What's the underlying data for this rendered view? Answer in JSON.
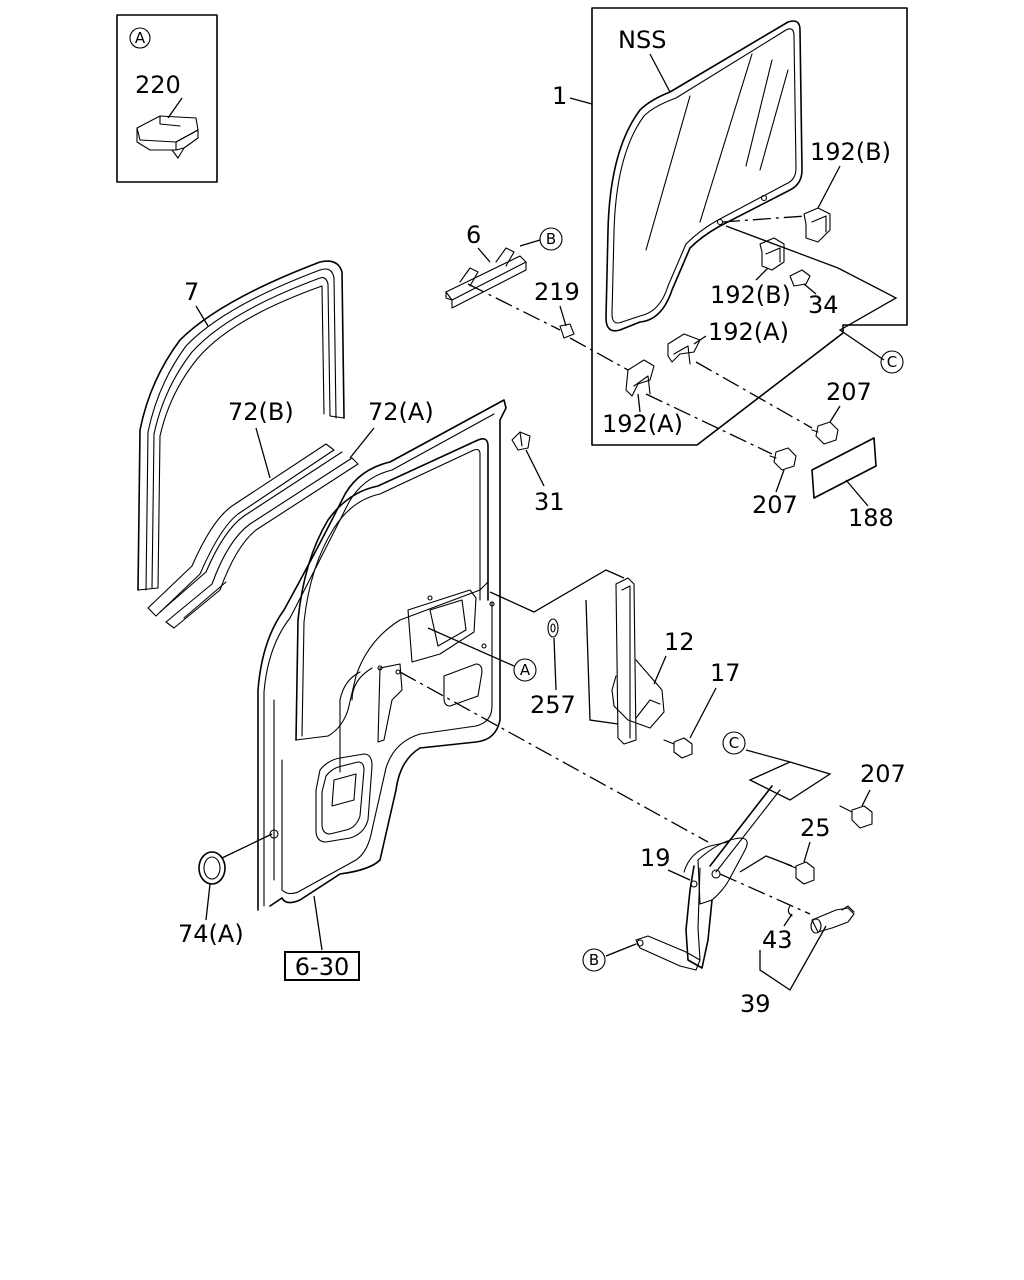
{
  "inset": {
    "callout": "A",
    "part": "220"
  },
  "glass_group": {
    "nss_label": "NSS",
    "ref_number": "1"
  },
  "labels": {
    "p6": "6",
    "p7": "7",
    "p72b": "72(B)",
    "p72a": "72(A)",
    "p219": "219",
    "p192b_top": "192(B)",
    "p192b_mid": "192(B)",
    "p34": "34",
    "p192a_right": "192(A)",
    "p192a_left": "192(A)",
    "p207_upper": "207",
    "p207_lower": "207",
    "p188": "188",
    "p31": "31",
    "p12": "12",
    "p17": "17",
    "p257": "257",
    "p207_right": "207",
    "p25": "25",
    "p19": "19",
    "p43": "43",
    "p39": "39",
    "p74a": "74(A)",
    "ref_6_30": "6-30"
  },
  "callouts": {
    "b_top": "B",
    "c_right": "C",
    "a_door": "A",
    "c_lower": "C",
    "b_lower": "B"
  }
}
